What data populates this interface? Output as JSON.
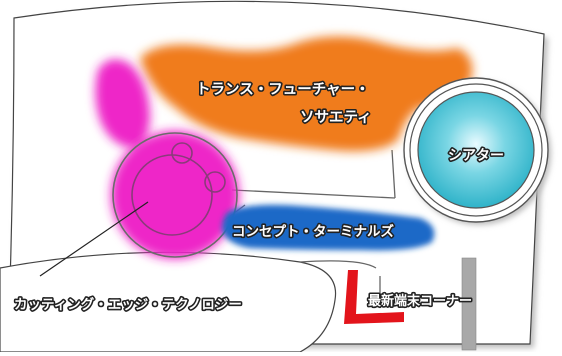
{
  "map": {
    "zones": [
      {
        "id": "trans-future-society",
        "label_lines": [
          "トランス・フューチャー・",
          "ソサエティ"
        ],
        "color": "#f07c1e"
      },
      {
        "id": "theater",
        "label_lines": [
          "シアター"
        ],
        "color": "#2fb3c9"
      },
      {
        "id": "concept-terminals",
        "label_lines": [
          "コンセプト・ターミナルズ"
        ],
        "color": "#1f69c7"
      },
      {
        "id": "cutting-edge-technology",
        "label_lines": [
          "カッティング・エッジ・テクノロジー"
        ],
        "color": "#ee28c8"
      },
      {
        "id": "latest-terminal-corner",
        "label_lines": [
          "最新端末コーナー"
        ],
        "color": "#e3141b"
      }
    ],
    "colors": {
      "floor": "#ffffff",
      "wall": "#555555",
      "pillar": "#999999",
      "shadow": "#b9b9b9"
    }
  }
}
